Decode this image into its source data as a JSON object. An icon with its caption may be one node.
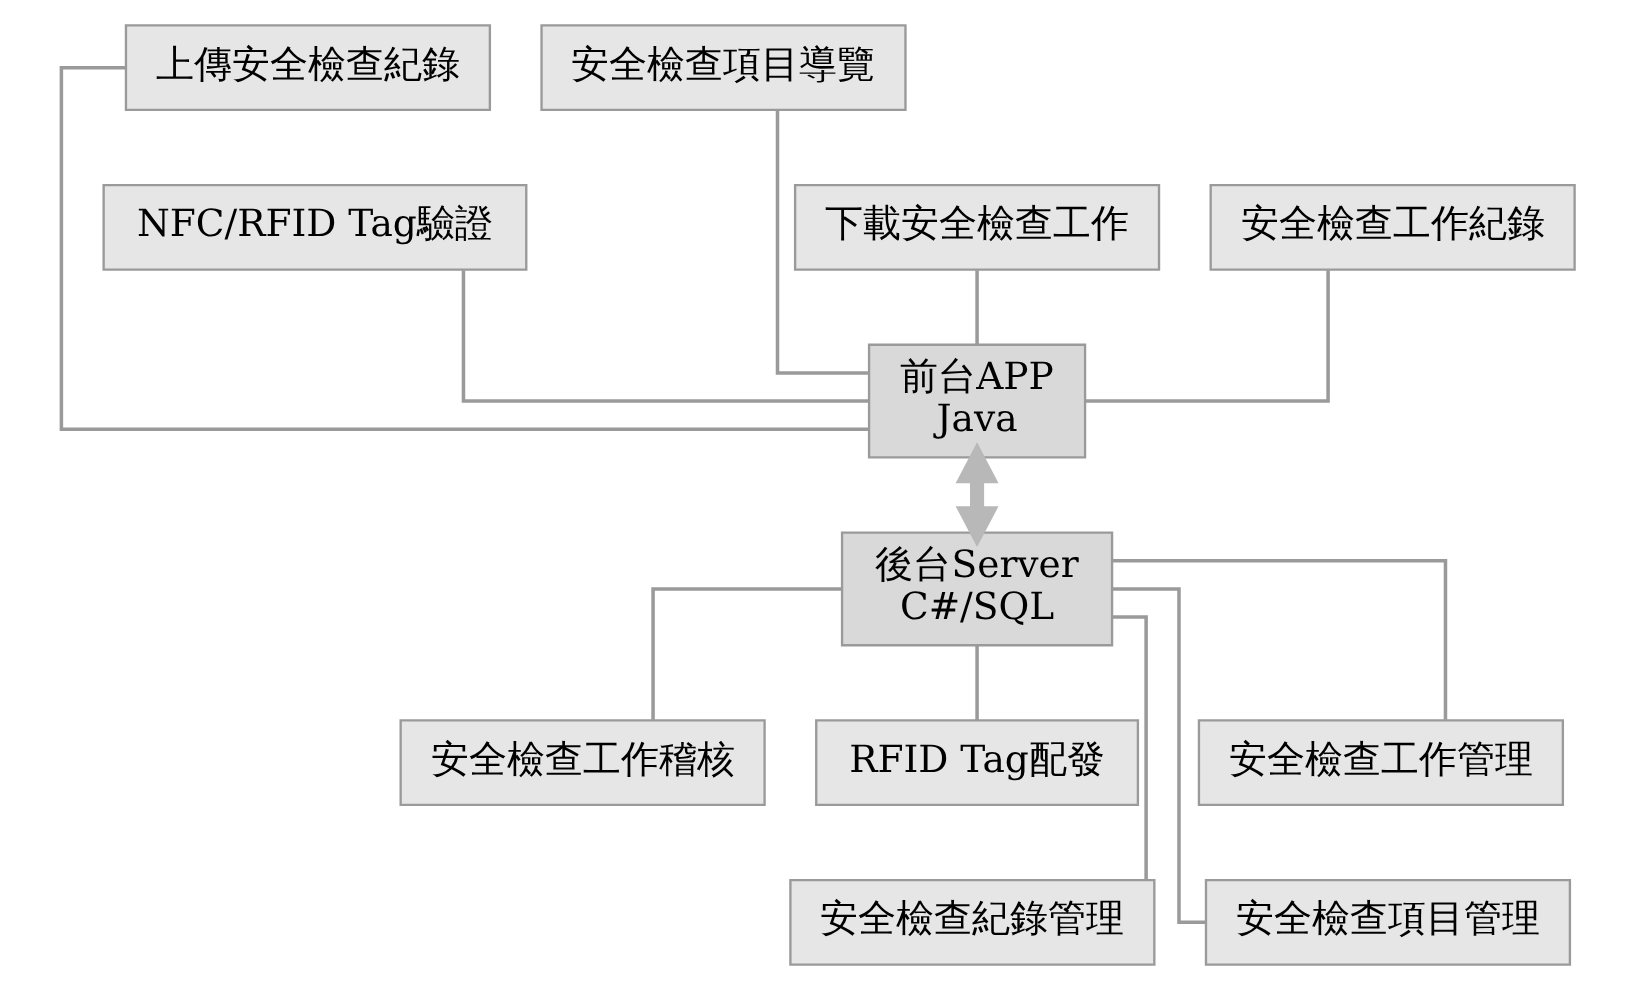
{
  "diagram": {
    "nodes": [
      {
        "text": [
          "上傳安全檢查紀錄"
        ]
      },
      {
        "text": [
          "安全檢查項目導覽"
        ]
      },
      {
        "text": [
          "下載安全檢查工作"
        ]
      },
      {
        "text": [
          "NFC/RFID Tag驗證"
        ]
      },
      {
        "text": [
          "安全檢查工作紀錄"
        ]
      },
      {
        "text": [
          "前台APP",
          "Java"
        ]
      },
      {
        "text": [
          "後台Server",
          "C#/SQL"
        ]
      },
      {
        "text": [
          "安全檢查工作稽核"
        ]
      },
      {
        "text": [
          "RFID Tag配發"
        ]
      },
      {
        "text": [
          "安全檢查工作管理"
        ]
      },
      {
        "text": [
          "安全檢查紀錄管理"
        ]
      },
      {
        "text": [
          "安全檢查項目管理"
        ]
      }
    ],
    "edges": [
      {
        "from": 0,
        "to": 5,
        "arrow": "none"
      },
      {
        "from": 1,
        "to": 5,
        "arrow": "none"
      },
      {
        "from": 2,
        "to": 5,
        "arrow": "none"
      },
      {
        "from": 3,
        "to": 5,
        "arrow": "none"
      },
      {
        "from": 4,
        "to": 5,
        "arrow": "none"
      },
      {
        "from": 5,
        "to": 6,
        "arrow": "both",
        "style": "thick"
      },
      {
        "from": 6,
        "to": 7,
        "arrow": "none"
      },
      {
        "from": 6,
        "to": 8,
        "arrow": "none"
      },
      {
        "from": 6,
        "to": 9,
        "arrow": "none"
      },
      {
        "from": 6,
        "to": 10,
        "arrow": "none"
      },
      {
        "from": 6,
        "to": 11,
        "arrow": "none"
      }
    ]
  }
}
